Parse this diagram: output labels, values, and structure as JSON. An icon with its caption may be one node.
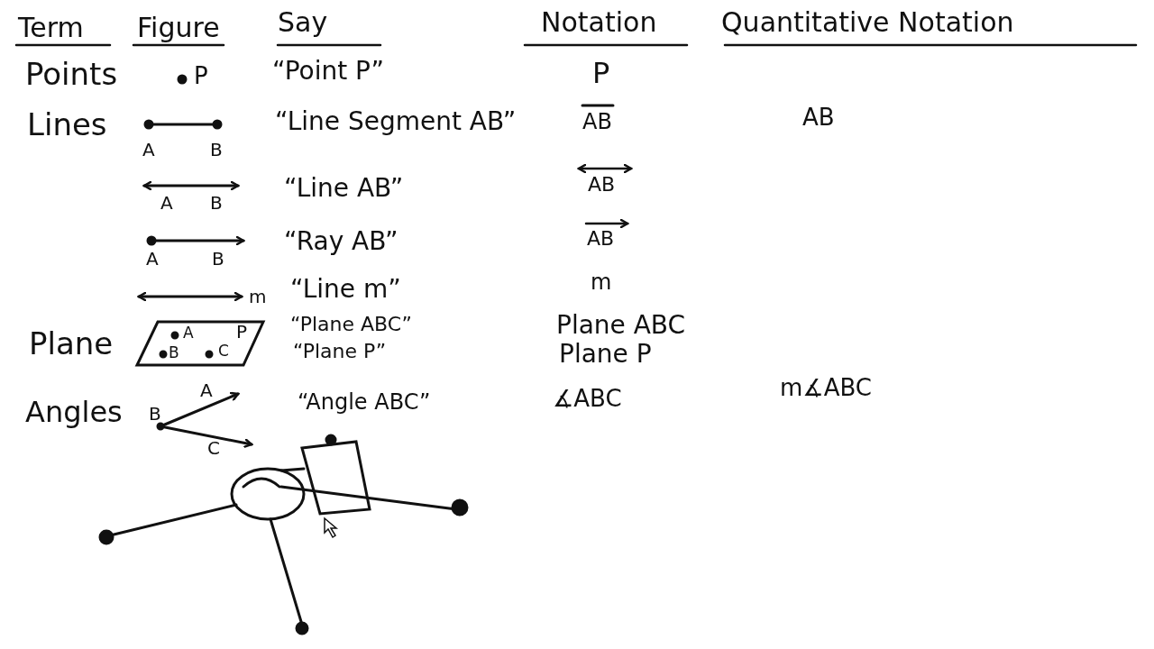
{
  "diagram": {
    "labels": [
      "Term",
      "Figure",
      "Say",
      "Notation",
      "Quantitative Notation",
      "Points",
      "P",
      "“Point P”",
      "P",
      "Lines",
      "A",
      "B",
      "“Line Segment AB”",
      "AB",
      "AB",
      "A",
      "B",
      "“Line AB”",
      "AB",
      "A",
      "B",
      "“Ray AB”",
      "AB",
      "m",
      "“Line m”",
      "m",
      "Plane",
      "A",
      "P",
      "B",
      "C",
      "“Plane ABC”",
      "“Plane P”",
      "Plane ABC",
      "Plane P",
      "Angles",
      "A",
      "B",
      "C",
      "“Angle ABC”",
      "∡ABC",
      "m∡ABC"
    ]
  }
}
